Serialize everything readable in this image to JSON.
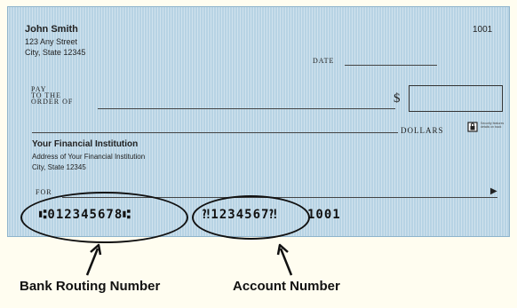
{
  "check": {
    "account_holder_name": "John Smith",
    "address_line1": "123 Any Street",
    "address_line2": "City, State 12345",
    "check_number": "1001",
    "date_label": "DATE",
    "pay_label_line1": "PAY",
    "pay_label_line2": "TO THE",
    "pay_label_line3": "ORDER OF",
    "dollar_sign": "$",
    "dollars_label": "DOLLARS",
    "security_text": "Security features details on back",
    "institution_name": "Your Financial Institution",
    "institution_address1": "Address of Your Financial Institution",
    "institution_address2": "City, State 12345",
    "for_label": "FOR",
    "signature_mark": "▶",
    "micr_routing": "⑆012345678⑆",
    "micr_account": "⁈1234567⁈",
    "micr_check_number": "1001",
    "background_color": "#b7d3e4"
  },
  "annotations": {
    "routing_label": "Bank Routing Number",
    "account_label": "Account Number"
  },
  "icons": {
    "security": "padlock-icon",
    "arrows": "up-arrow-icon"
  }
}
